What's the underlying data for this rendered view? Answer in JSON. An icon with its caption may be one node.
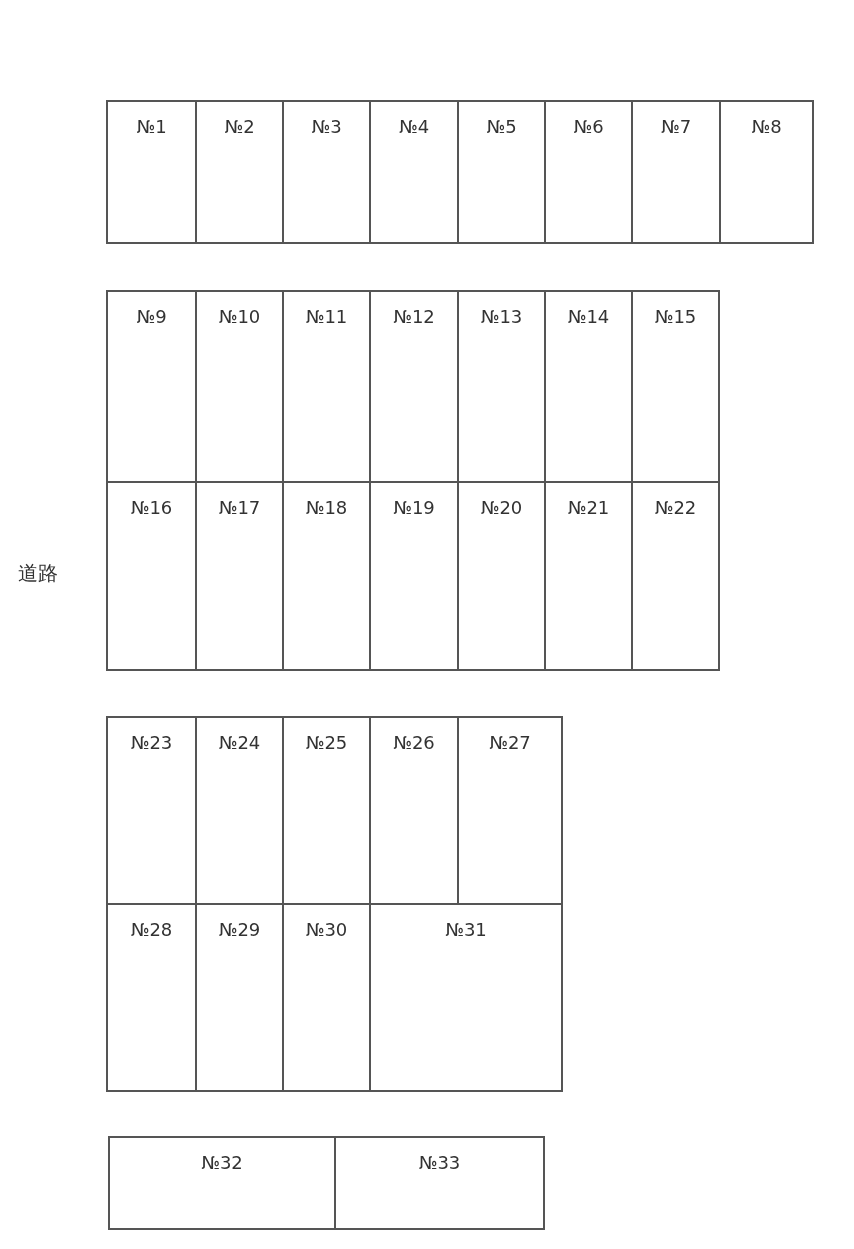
{
  "diagram": {
    "nodes": [
      {
        "text": [
          "№1"
        ]
      },
      {
        "text": [
          "№2"
        ]
      },
      {
        "text": [
          "№3"
        ]
      },
      {
        "text": [
          "№4"
        ]
      },
      {
        "text": [
          "№5"
        ]
      },
      {
        "text": [
          "№6"
        ]
      },
      {
        "text": [
          "№7"
        ]
      },
      {
        "text": [
          "№8"
        ]
      },
      {
        "text": [
          "№9"
        ]
      },
      {
        "text": [
          "№10"
        ]
      },
      {
        "text": [
          "№11"
        ]
      },
      {
        "text": [
          "№12"
        ]
      },
      {
        "text": [
          "№13"
        ]
      },
      {
        "text": [
          "№14"
        ]
      },
      {
        "text": [
          "№15"
        ]
      },
      {
        "text": [
          "№16"
        ]
      },
      {
        "text": [
          "№17"
        ]
      },
      {
        "text": [
          "№18"
        ]
      },
      {
        "text": [
          "№19"
        ]
      },
      {
        "text": [
          "№20"
        ]
      },
      {
        "text": [
          "№21"
        ]
      },
      {
        "text": [
          "№22"
        ]
      },
      {
        "text": [
          "№23"
        ]
      },
      {
        "text": [
          "№24"
        ]
      },
      {
        "text": [
          "№25"
        ]
      },
      {
        "text": [
          "№26"
        ]
      },
      {
        "text": [
          "№27"
        ]
      },
      {
        "text": [
          "№28"
        ]
      },
      {
        "text": [
          "№29"
        ]
      },
      {
        "text": [
          "№30"
        ]
      },
      {
        "text": [
          "№31"
        ]
      },
      {
        "text": [
          "№32"
        ]
      },
      {
        "text": [
          "№33"
        ]
      }
    ],
    "labels": [
      "道路"
    ]
  }
}
